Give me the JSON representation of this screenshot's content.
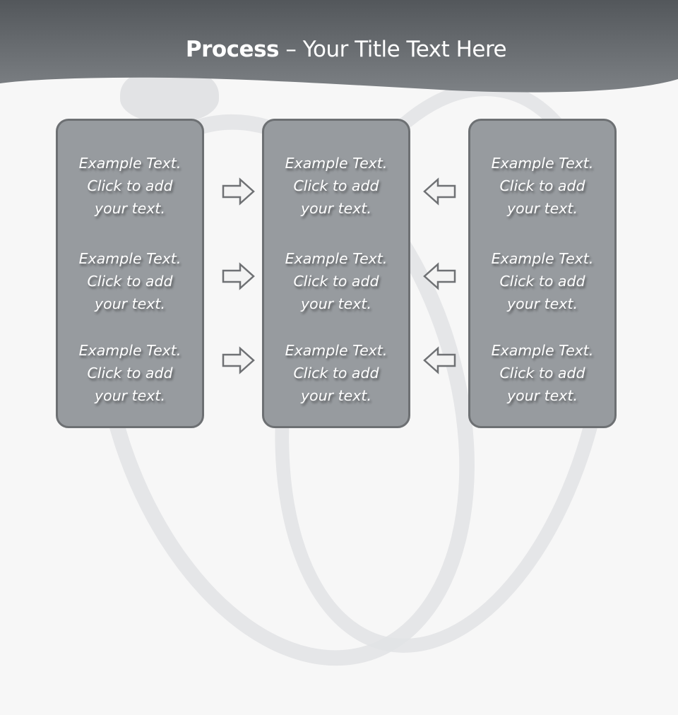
{
  "slide": {
    "title_bold": "Process",
    "title_rest": " – Your Title Text Here",
    "colors": {
      "header": "#5c6064",
      "box_fill": "#979b9f",
      "box_border": "#6d7073",
      "arrow_stroke": "#6f7174",
      "background": "#f7f7f7"
    }
  },
  "columns": [
    {
      "items": [
        {
          "line1": "Example Text.",
          "line2": "Click  to add",
          "line3": "your text."
        },
        {
          "line1": "Example Text.",
          "line2": "Click  to add",
          "line3": "your text."
        },
        {
          "line1": "Example Text.",
          "line2": "Click  to add",
          "line3": "your text."
        }
      ]
    },
    {
      "items": [
        {
          "line1": "Example Text.",
          "line2": "Click  to add",
          "line3": "your text."
        },
        {
          "line1": "Example Text.",
          "line2": "Click  to add",
          "line3": "your text."
        },
        {
          "line1": "Example Text.",
          "line2": "Click  to add",
          "line3": "your text."
        }
      ]
    },
    {
      "items": [
        {
          "line1": "Example Text.",
          "line2": "Click  to add",
          "line3": "your text."
        },
        {
          "line1": "Example Text.",
          "line2": "Click  to add",
          "line3": "your text."
        },
        {
          "line1": "Example Text.",
          "line2": "Click  to add",
          "line3": "your text."
        }
      ]
    }
  ],
  "arrows": {
    "left_group": [
      "arrow-right-icon",
      "arrow-right-icon",
      "arrow-right-icon"
    ],
    "right_group": [
      "arrow-left-icon",
      "arrow-left-icon",
      "arrow-left-icon"
    ]
  }
}
